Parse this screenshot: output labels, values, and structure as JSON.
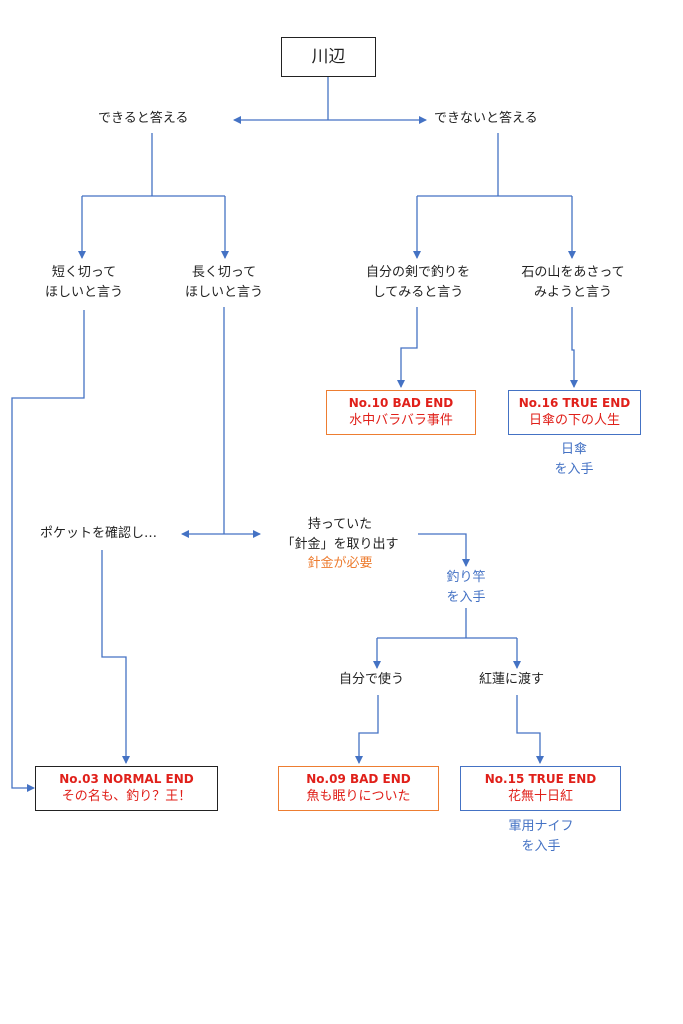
{
  "root": "川辺",
  "nodes": {
    "can": "できると答える",
    "cannot": "できないと答える",
    "short_cut": [
      "短く切って",
      "ほしいと言う"
    ],
    "long_cut": [
      "長く切って",
      "ほしいと言う"
    ],
    "own_sword": [
      "自分の剣で釣りを",
      "してみると言う"
    ],
    "stone_pile": [
      "石の山をあさって",
      "みようと言う"
    ],
    "pocket": "ポケットを確認し…",
    "wire": [
      "持っていた",
      "「針金」を取り出す"
    ],
    "self_use": "自分で使う",
    "give_guren": "紅蓮に渡す"
  },
  "requirements": {
    "wire_needed": "針金が必要"
  },
  "obtains": {
    "parasol": [
      "日傘",
      "を入手"
    ],
    "fishing_rod": [
      "釣り竿",
      "を入手"
    ],
    "knife": [
      "軍用ナイフ",
      "を入手"
    ]
  },
  "endings": {
    "end10": [
      "No.10 BAD END",
      "水中バラバラ事件"
    ],
    "end16": [
      "No.16 TRUE END",
      "日傘の下の人生"
    ],
    "end03": [
      "No.03 NORMAL END",
      "その名も、釣り？王！"
    ],
    "end09": [
      "No.09 BAD END",
      "魚も眠りについた"
    ],
    "end15": [
      "No.15 TRUE END",
      "花無十日紅"
    ]
  },
  "colors": {
    "connector": "#4472c4",
    "ending_text": "#e0201a",
    "bad_end_border": "#ed7d31",
    "true_end_border": "#4472c4",
    "normal_end_border": "#222222",
    "item_text": "#4472c4",
    "requirement_text": "#ed7d31"
  }
}
